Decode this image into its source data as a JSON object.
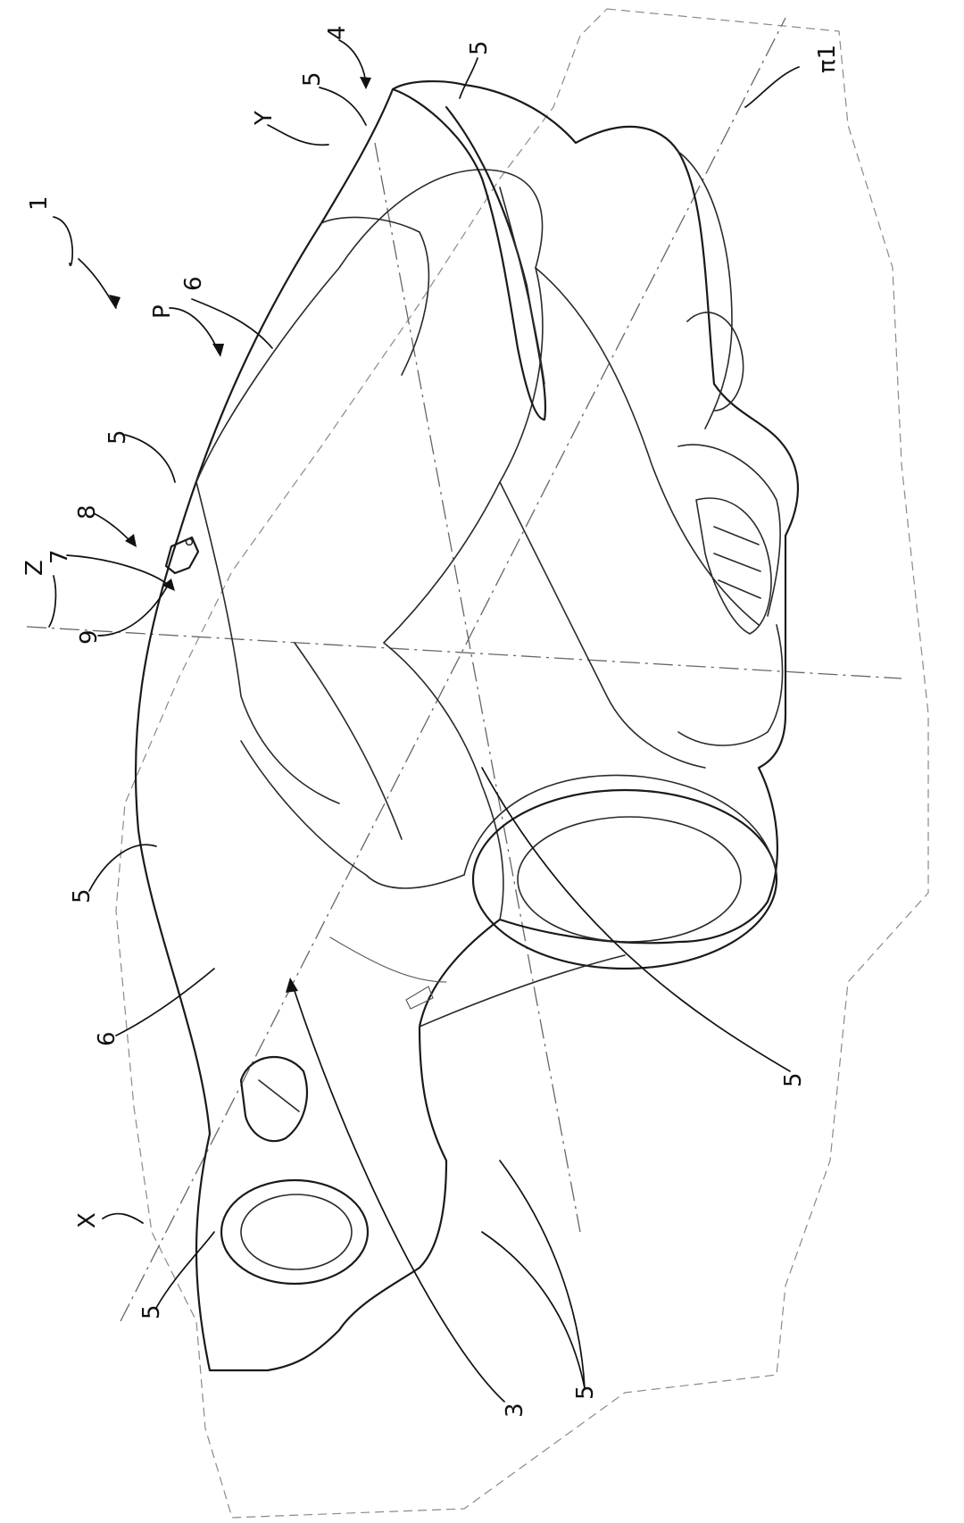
{
  "figure": {
    "labels": {
      "ref_1": "1",
      "ref_3": "3",
      "ref_4": "4",
      "ref_5": "5",
      "ref_6": "6",
      "ref_7": "7",
      "ref_8": "8",
      "ref_9": "9",
      "ref_P": "P",
      "ref_X": "X",
      "ref_Y": "Y",
      "ref_Z": "Z",
      "ref_pi1": "π1"
    }
  }
}
